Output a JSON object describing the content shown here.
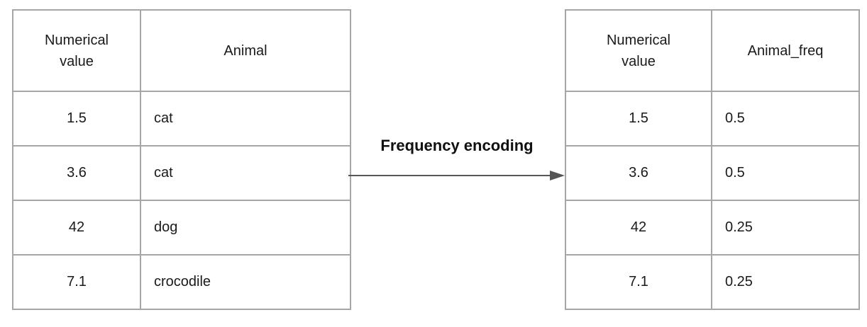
{
  "theme": {
    "background": "#ffffff",
    "border_color": "#a6a6a6",
    "text_color": "#1a1a1a",
    "arrow_color": "#555555",
    "label_color": "#111111"
  },
  "transformation": {
    "label": "Frequency encoding"
  },
  "tables": {
    "left": {
      "name": "original-data",
      "headers": [
        "Numerical value",
        "Animal"
      ],
      "rows": [
        [
          "1.5",
          "cat"
        ],
        [
          "3.6",
          "cat"
        ],
        [
          "42",
          "dog"
        ],
        [
          "7.1",
          "crocodile"
        ]
      ]
    },
    "right": {
      "name": "encoded-data",
      "headers": [
        "Numerical value",
        "Animal_freq"
      ],
      "rows": [
        [
          "1.5",
          "0.5"
        ],
        [
          "3.6",
          "0.5"
        ],
        [
          "42",
          "0.25"
        ],
        [
          "7.1",
          "0.25"
        ]
      ]
    }
  }
}
